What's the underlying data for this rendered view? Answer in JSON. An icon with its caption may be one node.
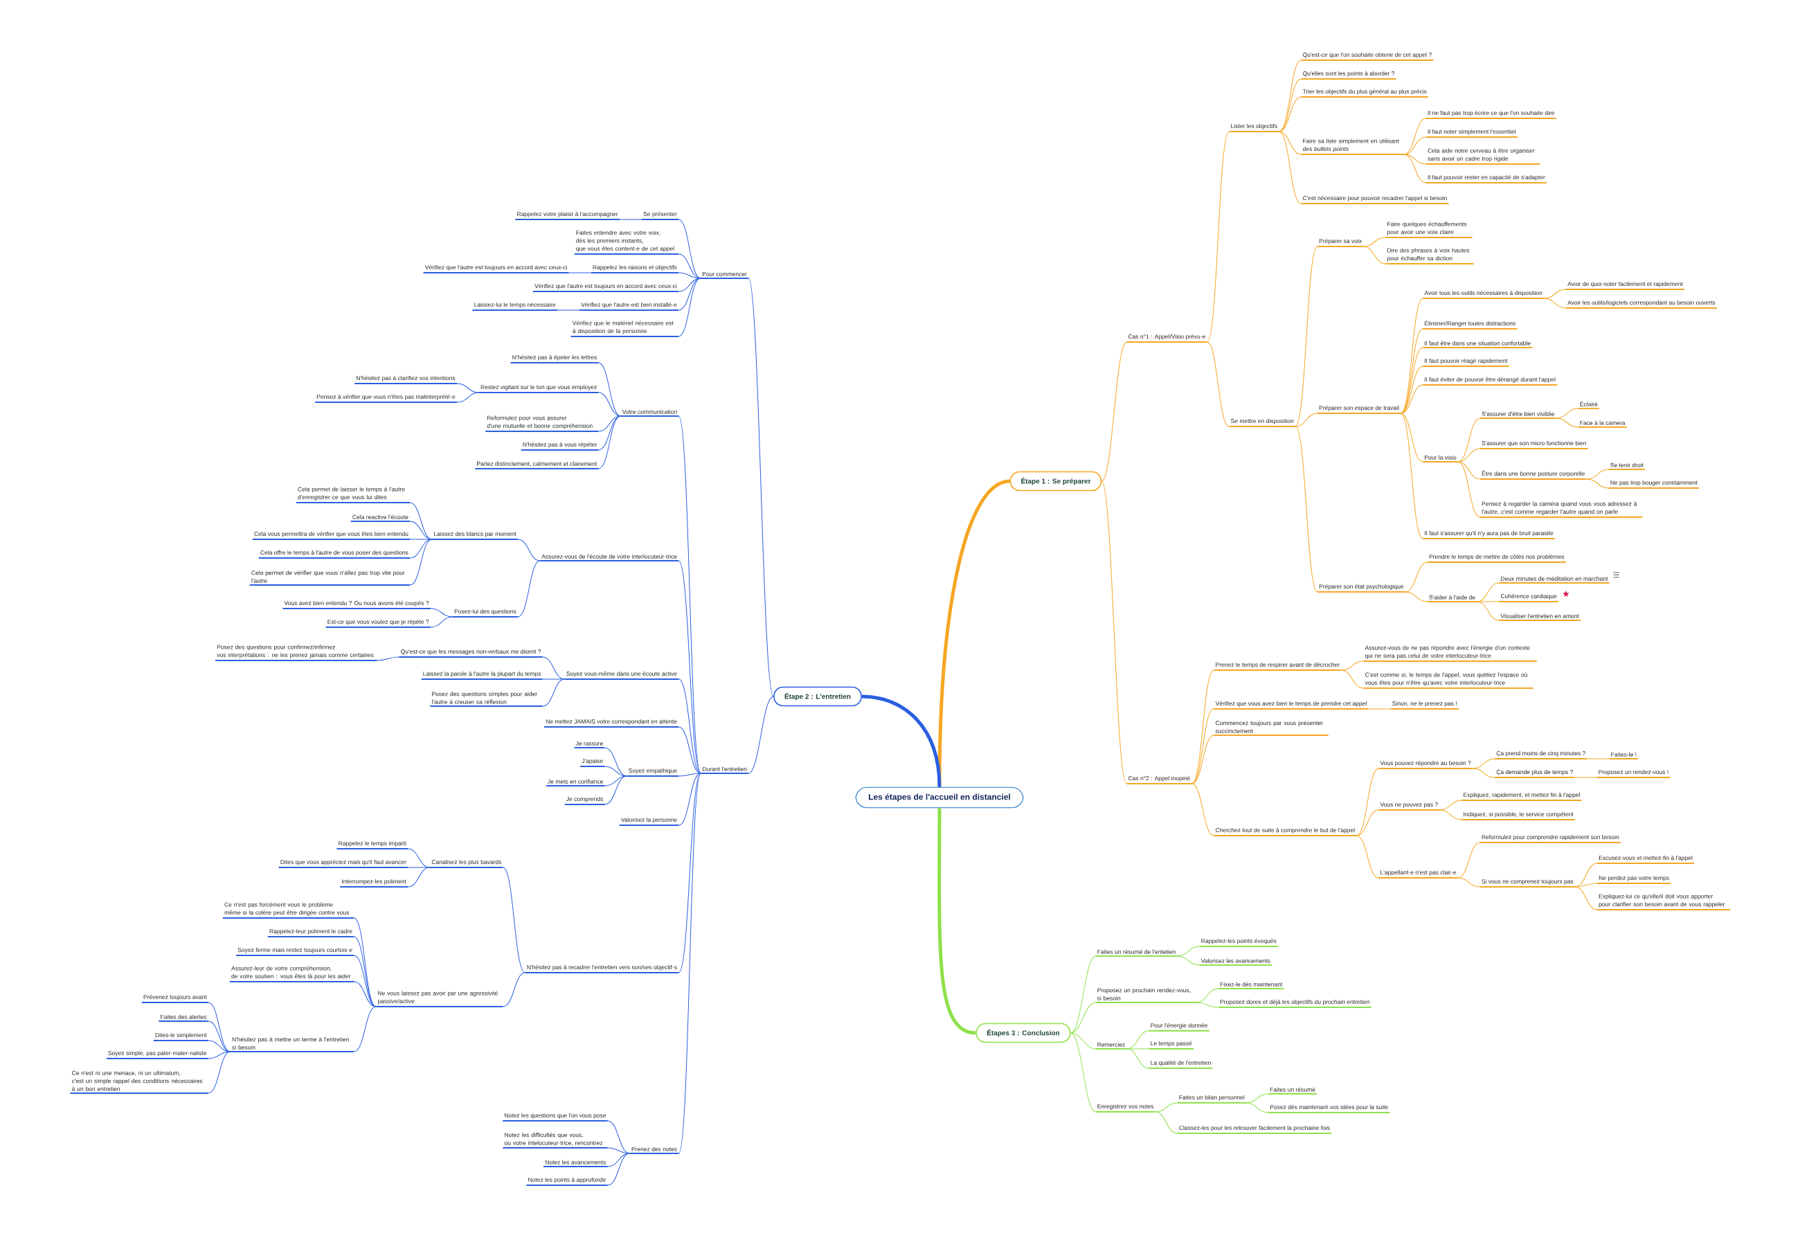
{
  "diagram": {
    "nodes": [
      {
        "text": [
          "Les étapes de l'accueil en distanciel"
        ]
      },
      {
        "text": [
          "Étape 1 : Se préparer"
        ]
      },
      {
        "text": [
          "Cas n°1 : Appel/Visio prévu·e"
        ]
      },
      {
        "text": [
          "Lister les objectifs"
        ]
      },
      {
        "text": [
          "Qu'est-ce que l'on souhaite obtenir de cet appel ?"
        ]
      },
      {
        "text": [
          "Qu'elles sont les points à aborder ?"
        ]
      },
      {
        "text": [
          "Trier les objectifs du plus général au plus précis"
        ]
      },
      {
        "text": [
          "Faire sa liste simplement en utilisant des *bullets points*"
        ]
      },
      {
        "text": [
          "Il ne faut pas trop écrire ce que l'on souhaite dire"
        ]
      },
      {
        "text": [
          "Il faut noter simplement l'essentiel"
        ]
      },
      {
        "text": [
          "Cela aide notre cerveau à être organiser sans avoir un cadre trop rigide"
        ]
      },
      {
        "text": [
          "Il faut pouvoir rester en capacité de s'adapter"
        ]
      },
      {
        "text": [
          "C'est nécessaire pour pouvoir recadrer l'appel si besoin"
        ]
      },
      {
        "text": [
          "Se mettre en disposition"
        ]
      },
      {
        "text": [
          "Préparer sa voix"
        ]
      },
      {
        "text": [
          "Faire quelques échauffements pour avoir une voix claire"
        ]
      },
      {
        "text": [
          "Dire des phrases à voix hautes pour échauffer sa diction"
        ]
      },
      {
        "text": [
          "Préparer son espace de travail"
        ]
      },
      {
        "text": [
          "Avoir tous les outils nécessaires à disposition"
        ]
      },
      {
        "text": [
          "Avoir de quoi noter facilement et rapidement"
        ]
      },
      {
        "text": [
          "Avoir les outils/logiciels correspondant au besoin ouverts"
        ]
      },
      {
        "text": [
          "Éliminer/Ranger toutes distractions"
        ]
      },
      {
        "text": [
          "Il faut être dans une situation confortable"
        ]
      },
      {
        "text": [
          "Il faut pouvoir réagir rapidement"
        ]
      },
      {
        "text": [
          "Il faut éviter de pouvoir être dérangé durant l'appel"
        ]
      },
      {
        "text": [
          "Pour la visio"
        ]
      },
      {
        "text": [
          "S'assurer d'être bien visiblie"
        ]
      },
      {
        "text": [
          "Éclairé"
        ]
      },
      {
        "text": [
          "Face à la camera"
        ]
      },
      {
        "text": [
          "S'assurer que son micro fonctionne bien"
        ]
      },
      {
        "text": [
          "Être dans une bonne posture corporelle"
        ]
      },
      {
        "text": [
          "Se tenir droit"
        ]
      },
      {
        "text": [
          "Ne pas trop bouger constamment"
        ]
      },
      {
        "text": [
          "Pensez à regarder la caméra quand vous vous adressez à l'autre, c'est comme regarder l'autre quand on parle"
        ]
      },
      {
        "text": [
          "Il faut s'assurer qu'il n'y aura pas de bruit parasite"
        ]
      },
      {
        "text": [
          "Préparer son état psychologique"
        ]
      },
      {
        "text": [
          "Prendre le temps de mettre de côtés nos problèmes"
        ]
      },
      {
        "text": [
          "S'aider à l'aide de"
        ]
      },
      {
        "text": [
          "Deux minutes de méditation en marchant"
        ]
      },
      {
        "text": [
          "Cohérence cardiaque"
        ]
      },
      {
        "text": [
          "Visualiser l'entretien en amont"
        ]
      },
      {
        "text": [
          "Cas n°2 : Appel inopiné"
        ]
      },
      {
        "text": [
          "Prenez le temps de respirer avant de décrocher"
        ]
      },
      {
        "text": [
          "Assurez-vous de ne pas répondre avec l'énergie d'un contexte qui ne sera pas celui de votre interlocuteur·trice"
        ]
      },
      {
        "text": [
          "C'est comme si, le temps de l'appel, vous quittiez l'espace où vous êtes pour n'être qu'avec votre interlocuteur·trice"
        ]
      },
      {
        "text": [
          "Vérifiez que vous avez bien le temps de prendre cet appel"
        ]
      },
      {
        "text": [
          "Sinon, ne le prenez pas !"
        ]
      },
      {
        "text": [
          "Commencez toujours par vous présenter succinctement"
        ]
      },
      {
        "text": [
          "Cherchez tout de suite à comprendre le but de l'appel"
        ]
      },
      {
        "text": [
          "Vous pouvez répondre au besoin ?"
        ]
      },
      {
        "text": [
          "Ça prend moins de cinq minutes ?"
        ]
      },
      {
        "text": [
          "Faites-le !"
        ]
      },
      {
        "text": [
          "Ça demande plus de temps ?"
        ]
      },
      {
        "text": [
          "Proposez un rendez-vous !"
        ]
      },
      {
        "text": [
          "Vous ne pouvez pas ?"
        ]
      },
      {
        "text": [
          "Expliquez, rapidement, et mettez fin à l'appel"
        ]
      },
      {
        "text": [
          "Indiquez, si possible, le service compétent"
        ]
      },
      {
        "text": [
          "L'appellant·e n'est pas clair·e"
        ]
      },
      {
        "text": [
          "Reformulez pour comprendre rapidement son besoin"
        ]
      },
      {
        "text": [
          "Si vous ne comprenez toujours pas"
        ]
      },
      {
        "text": [
          "Excusez-vous et mettez-fin à l'appel"
        ]
      },
      {
        "text": [
          "Ne perdez pas votre temps"
        ]
      },
      {
        "text": [
          "Expliquez-lui ce qu'elle/il doit vous apporter pour clarifier son besoin avant de vous rappeler"
        ]
      },
      {
        "text": [
          "Étape 2 : L'entretien"
        ]
      },
      {
        "text": [
          "Pour commencer"
        ]
      },
      {
        "text": [
          "Se présenter"
        ]
      },
      {
        "text": [
          "Rappelez votre plaisir à l'accompagner"
        ]
      },
      {
        "text": [
          "Faites entendre avec votre voix, dès les premiers instants, que vous êtes content·e de cet appel"
        ]
      },
      {
        "text": [
          "Rappelez les raisons et objectifs"
        ]
      },
      {
        "text": [
          "Vérifiez que l'autre est toujours en accord avec ceux-ci"
        ]
      },
      {
        "text": [
          "Vérifiez que l'autre est toujours en accord avec ceux-ci"
        ]
      },
      {
        "text": [
          "Vérifiez que l'autre est bien installé·e"
        ]
      },
      {
        "text": [
          "Laissez-lui le temps nécessaire"
        ]
      },
      {
        "text": [
          "Vérifiez que le matériel nécessaire est à disposition de la personne"
        ]
      },
      {
        "text": [
          "Durant l'entretien"
        ]
      },
      {
        "text": [
          "Votre communication"
        ]
      },
      {
        "text": [
          "N'hésitez pas à épeler les lettres"
        ]
      },
      {
        "text": [
          "Restez vigilant sur le ton que vous employez"
        ]
      },
      {
        "text": [
          "N'hésitez pas à clarifiez vos intentions"
        ]
      },
      {
        "text": [
          "Pensez à vérifier que vous n'êtes pas malinterprété·e"
        ]
      },
      {
        "text": [
          "Reformulez pour vous assurer d'une mutuelle et bonne compréhension"
        ]
      },
      {
        "text": [
          "N'hésitez pas à vous répéter"
        ]
      },
      {
        "text": [
          "Parlez distinctement, calmement et clairement"
        ]
      },
      {
        "text": [
          "Assurez-vous de l'écoute de votre interlocuteur·trice"
        ]
      },
      {
        "text": [
          "Laissez des blancs par moment"
        ]
      },
      {
        "text": [
          "Cela permet de laisser le temps à l'autre d'enregistrer ce que vous lui dites"
        ]
      },
      {
        "text": [
          "Cela reactive l'écoute"
        ]
      },
      {
        "text": [
          "Cela vous permettra de vérifier que vous êtes bien entendu"
        ]
      },
      {
        "text": [
          "Cela offre le temps à l'autre de vous poser des questions"
        ]
      },
      {
        "text": [
          "Cela permet de vérifier que vous n'allez pas trop vite pour l'autre"
        ]
      },
      {
        "text": [
          "Posez-lui des questions"
        ]
      },
      {
        "text": [
          "Vous avez bien entendu ? Ou nous avons été coupés ?"
        ]
      },
      {
        "text": [
          "Est-ce que vous voulez que je répète ?"
        ]
      },
      {
        "text": [
          "Soyez vous-même dans une écoute active"
        ]
      },
      {
        "text": [
          "Qu'est-ce que les messages non-verbaux me disent ?"
        ]
      },
      {
        "text": [
          "Posez des questions pour confirmez/infirmez vos interprétations : ne les prenez jamais comme certaines"
        ]
      },
      {
        "text": [
          "Laissez la parole à l'autre la plupart du temps"
        ]
      },
      {
        "text": [
          "Posez des questions simples pour aider l'autre à creuser sa réflexion"
        ]
      },
      {
        "text": [
          "Ne mettez JAMAIS votre correspondant en attente"
        ]
      },
      {
        "text": [
          "Soyez empathique"
        ]
      },
      {
        "text": [
          "Je rassure"
        ]
      },
      {
        "text": [
          "J'apaise"
        ]
      },
      {
        "text": [
          "Je mets en confiance"
        ]
      },
      {
        "text": [
          "Je comprends"
        ]
      },
      {
        "text": [
          "Valorisez la personne"
        ]
      },
      {
        "text": [
          "N'hésitez pas à recadrer l'entretien vers son/ses objectif·s"
        ]
      },
      {
        "text": [
          "Canalisez les plus bavards"
        ]
      },
      {
        "text": [
          "Rappelez le temps imparti"
        ]
      },
      {
        "text": [
          "Dites que vous appréciez mais qu'il faut avancer"
        ]
      },
      {
        "text": [
          "Interrompez-les poliment"
        ]
      },
      {
        "text": [
          "Ne vous laissez pas avoir par une agressivité passive/active"
        ]
      },
      {
        "text": [
          "Ce n'est pas forcément vous le problème même si la colère peut être dirigée contre vous"
        ]
      },
      {
        "text": [
          "Rappelez-leur poliment le cadre"
        ]
      },
      {
        "text": [
          "Soyez ferme mais restez toujours courtois·e"
        ]
      },
      {
        "text": [
          "Assurez-leur de votre compréhension, de votre soutien : vous êtes là pour les aider"
        ]
      },
      {
        "text": [
          "N'hésitez pas à mettre un terme à l'entretien si besoin"
        ]
      },
      {
        "text": [
          "Prévenez toujours avant"
        ]
      },
      {
        "text": [
          "Faites des alertes"
        ]
      },
      {
        "text": [
          "Dites-le simplement"
        ]
      },
      {
        "text": [
          "Soyez simple, pas pater·mater·naliste"
        ]
      },
      {
        "text": [
          "Ce n'est ni une menace, ni un ultimatum, c'est un simple rappel des conditions nécessaires à un bon entretien"
        ]
      },
      {
        "text": [
          "Prenez des notes"
        ]
      },
      {
        "text": [
          "Notez les questions que l'on vous pose"
        ]
      },
      {
        "text": [
          "Notez les difficultés que vous, ou votre intelocuteur·trice, rencontrez"
        ]
      },
      {
        "text": [
          "Notez les avancements"
        ]
      },
      {
        "text": [
          "Notez les points à approfondir"
        ]
      },
      {
        "text": [
          "Étapes 3 : Conclusion"
        ]
      },
      {
        "text": [
          "Faites un résumé de l'entetien"
        ]
      },
      {
        "text": [
          "Rappelez-les points évoqués"
        ]
      },
      {
        "text": [
          "Valorisez les avancements"
        ]
      },
      {
        "text": [
          "Proposez un prochain rendez-vous, si besoin"
        ]
      },
      {
        "text": [
          "Fixez-le dès maintenant"
        ]
      },
      {
        "text": [
          "Proposez dores et déjà les objectifs du prochain entretien"
        ]
      },
      {
        "text": [
          "Remerciez"
        ]
      },
      {
        "text": [
          "Pour l'énergie donnée"
        ]
      },
      {
        "text": [
          "Le temps passé"
        ]
      },
      {
        "text": [
          "La qualité de l'entretien"
        ]
      },
      {
        "text": [
          "Enregistrez vos notes"
        ]
      },
      {
        "text": [
          "Faites un bilan personnel"
        ]
      },
      {
        "text": [
          "Faites un résumé"
        ]
      },
      {
        "text": [
          "Posez dès maintenant vos idées pour la suite"
        ]
      },
      {
        "text": [
          "Classez-les pour les retrouver facilement la prochaine fois"
        ]
      }
    ],
    "edges": [
      {
        "from": 0,
        "to": 1,
        "arrow": "none",
        "style": "thick",
        "color": "#F5A623"
      },
      {
        "from": 1,
        "to": 2,
        "arrow": "none",
        "color": "#F5A623"
      },
      {
        "from": 2,
        "to": 3,
        "arrow": "none",
        "color": "#F5A623"
      },
      {
        "from": 3,
        "to": 4,
        "arrow": "none",
        "color": "#F5A623"
      },
      {
        "from": 3,
        "to": 5,
        "arrow": "none",
        "color": "#F5A623"
      },
      {
        "from": 3,
        "to": 6,
        "arrow": "none",
        "color": "#F5A623"
      },
      {
        "from": 3,
        "to": 7,
        "arrow": "none",
        "color": "#F5A623"
      },
      {
        "from": 7,
        "to": 8,
        "arrow": "none",
        "color": "#F5A623"
      },
      {
        "from": 7,
        "to": 9,
        "arrow": "none",
        "color": "#F5A623"
      },
      {
        "from": 7,
        "to": 10,
        "arrow": "none",
        "color": "#F5A623"
      },
      {
        "from": 7,
        "to": 11,
        "arrow": "none",
        "color": "#F5A623"
      },
      {
        "from": 3,
        "to": 12,
        "arrow": "none",
        "color": "#F5A623"
      },
      {
        "from": 2,
        "to": 13,
        "arrow": "none",
        "color": "#F5A623"
      },
      {
        "from": 13,
        "to": 14,
        "arrow": "none",
        "color": "#F5A623"
      },
      {
        "from": 14,
        "to": 15,
        "arrow": "none",
        "color": "#F5A623"
      },
      {
        "from": 14,
        "to": 16,
        "arrow": "none",
        "color": "#F5A623"
      },
      {
        "from": 13,
        "to": 17,
        "arrow": "none",
        "color": "#F5A623"
      },
      {
        "from": 17,
        "to": 18,
        "arrow": "none",
        "color": "#F5A623"
      },
      {
        "from": 18,
        "to": 19,
        "arrow": "none",
        "color": "#F5A623"
      },
      {
        "from": 18,
        "to": 20,
        "arrow": "none",
        "color": "#F5A623"
      },
      {
        "from": 17,
        "to": 21,
        "arrow": "none",
        "color": "#F5A623"
      },
      {
        "from": 17,
        "to": 22,
        "arrow": "none",
        "color": "#F5A623"
      },
      {
        "from": 17,
        "to": 23,
        "arrow": "none",
        "color": "#F5A623"
      },
      {
        "from": 17,
        "to": 24,
        "arrow": "none",
        "color": "#F5A623"
      },
      {
        "from": 17,
        "to": 25,
        "arrow": "none",
        "color": "#F5A623"
      },
      {
        "from": 25,
        "to": 26,
        "arrow": "none",
        "color": "#F5A623"
      },
      {
        "from": 26,
        "to": 27,
        "arrow": "none",
        "color": "#F5A623"
      },
      {
        "from": 26,
        "to": 28,
        "arrow": "none",
        "color": "#F5A623"
      },
      {
        "from": 25,
        "to": 29,
        "arrow": "none",
        "color": "#F5A623"
      },
      {
        "from": 25,
        "to": 30,
        "arrow": "none",
        "color": "#F5A623"
      },
      {
        "from": 30,
        "to": 31,
        "arrow": "none",
        "color": "#F5A623"
      },
      {
        "from": 30,
        "to": 32,
        "arrow": "none",
        "color": "#F5A623"
      },
      {
        "from": 25,
        "to": 33,
        "arrow": "none",
        "color": "#F5A623"
      },
      {
        "from": 17,
        "to": 34,
        "arrow": "none",
        "color": "#F5A623"
      },
      {
        "from": 13,
        "to": 35,
        "arrow": "none",
        "color": "#F5A623"
      },
      {
        "from": 35,
        "to": 36,
        "arrow": "none",
        "color": "#F5A623"
      },
      {
        "from": 35,
        "to": 37,
        "arrow": "none",
        "color": "#F5A623"
      },
      {
        "from": 37,
        "to": 38,
        "arrow": "none",
        "color": "#F5A623"
      },
      {
        "from": 37,
        "to": 39,
        "arrow": "none",
        "color": "#F5A623"
      },
      {
        "from": 37,
        "to": 40,
        "arrow": "none",
        "color": "#F5A623"
      },
      {
        "from": 1,
        "to": 41,
        "arrow": "none",
        "color": "#F5A623"
      },
      {
        "from": 41,
        "to": 42,
        "arrow": "none",
        "color": "#F5A623"
      },
      {
        "from": 42,
        "to": 43,
        "arrow": "none",
        "color": "#F5A623"
      },
      {
        "from": 42,
        "to": 44,
        "arrow": "none",
        "color": "#F5A623"
      },
      {
        "from": 41,
        "to": 45,
        "arrow": "none",
        "color": "#F5A623"
      },
      {
        "from": 45,
        "to": 46,
        "arrow": "none",
        "color": "#F5A623"
      },
      {
        "from": 41,
        "to": 47,
        "arrow": "none",
        "color": "#F5A623"
      },
      {
        "from": 41,
        "to": 48,
        "arrow": "none",
        "color": "#F5A623"
      },
      {
        "from": 48,
        "to": 49,
        "arrow": "none",
        "color": "#F5A623"
      },
      {
        "from": 49,
        "to": 50,
        "arrow": "none",
        "color": "#F5A623"
      },
      {
        "from": 50,
        "to": 51,
        "arrow": "none",
        "color": "#F5A623"
      },
      {
        "from": 49,
        "to": 52,
        "arrow": "none",
        "color": "#F5A623"
      },
      {
        "from": 52,
        "to": 53,
        "arrow": "none",
        "color": "#F5A623"
      },
      {
        "from": 48,
        "to": 54,
        "arrow": "none",
        "color": "#F5A623"
      },
      {
        "from": 54,
        "to": 55,
        "arrow": "none",
        "color": "#F5A623"
      },
      {
        "from": 54,
        "to": 56,
        "arrow": "none",
        "color": "#F5A623"
      },
      {
        "from": 48,
        "to": 57,
        "arrow": "none",
        "color": "#F5A623"
      },
      {
        "from": 57,
        "to": 58,
        "arrow": "none",
        "color": "#F5A623"
      },
      {
        "from": 57,
        "to": 59,
        "arrow": "none",
        "color": "#F5A623"
      },
      {
        "from": 59,
        "to": 60,
        "arrow": "none",
        "color": "#F5A623"
      },
      {
        "from": 59,
        "to": 61,
        "arrow": "none",
        "color": "#F5A623"
      },
      {
        "from": 59,
        "to": 62,
        "arrow": "none",
        "color": "#F5A623"
      },
      {
        "from": 0,
        "to": 63,
        "arrow": "none",
        "style": "thick"
      },
      {
        "from": 63,
        "to": 64,
        "arrow": "none"
      },
      {
        "from": 64,
        "to": 65,
        "arrow": "none"
      },
      {
        "from": 65,
        "to": 66,
        "arrow": "none"
      },
      {
        "from": 64,
        "to": 67,
        "arrow": "none"
      },
      {
        "from": 64,
        "to": 68,
        "arrow": "none"
      },
      {
        "from": 68,
        "to": 69,
        "arrow": "none"
      },
      {
        "from": 64,
        "to": 70,
        "arrow": "none"
      },
      {
        "from": 64,
        "to": 71,
        "arrow": "none"
      },
      {
        "from": 71,
        "to": 72,
        "arrow": "none"
      },
      {
        "from": 64,
        "to": 73,
        "arrow": "none"
      },
      {
        "from": 63,
        "to": 74,
        "arrow": "none"
      },
      {
        "from": 74,
        "to": 75,
        "arrow": "none"
      },
      {
        "from": 75,
        "to": 76,
        "arrow": "none"
      },
      {
        "from": 75,
        "to": 77,
        "arrow": "none"
      },
      {
        "from": 77,
        "to": 78,
        "arrow": "none"
      },
      {
        "from": 77,
        "to": 79,
        "arrow": "none"
      },
      {
        "from": 75,
        "to": 80,
        "arrow": "none"
      },
      {
        "from": 75,
        "to": 81,
        "arrow": "none"
      },
      {
        "from": 75,
        "to": 82,
        "arrow": "none"
      },
      {
        "from": 74,
        "to": 83,
        "arrow": "none"
      },
      {
        "from": 83,
        "to": 84,
        "arrow": "none"
      },
      {
        "from": 84,
        "to": 85,
        "arrow": "none"
      },
      {
        "from": 84,
        "to": 86,
        "arrow": "none"
      },
      {
        "from": 84,
        "to": 87,
        "arrow": "none"
      },
      {
        "from": 84,
        "to": 88,
        "arrow": "none"
      },
      {
        "from": 84,
        "to": 89,
        "arrow": "none"
      },
      {
        "from": 83,
        "to": 90,
        "arrow": "none"
      },
      {
        "from": 90,
        "to": 91,
        "arrow": "none"
      },
      {
        "from": 90,
        "to": 92,
        "arrow": "none"
      },
      {
        "from": 74,
        "to": 93,
        "arrow": "none"
      },
      {
        "from": 93,
        "to": 94,
        "arrow": "none"
      },
      {
        "from": 94,
        "to": 95,
        "arrow": "none"
      },
      {
        "from": 93,
        "to": 96,
        "arrow": "none"
      },
      {
        "from": 93,
        "to": 97,
        "arrow": "none"
      },
      {
        "from": 74,
        "to": 98,
        "arrow": "none"
      },
      {
        "from": 74,
        "to": 99,
        "arrow": "none"
      },
      {
        "from": 99,
        "to": 100,
        "arrow": "none"
      },
      {
        "from": 99,
        "to": 101,
        "arrow": "none"
      },
      {
        "from": 99,
        "to": 102,
        "arrow": "none"
      },
      {
        "from": 99,
        "to": 103,
        "arrow": "none"
      },
      {
        "from": 74,
        "to": 104,
        "arrow": "none"
      },
      {
        "from": 74,
        "to": 105,
        "arrow": "none"
      },
      {
        "from": 105,
        "to": 106,
        "arrow": "none"
      },
      {
        "from": 106,
        "to": 107,
        "arrow": "none"
      },
      {
        "from": 106,
        "to": 108,
        "arrow": "none"
      },
      {
        "from": 106,
        "to": 109,
        "arrow": "none"
      },
      {
        "from": 105,
        "to": 110,
        "arrow": "none"
      },
      {
        "from": 110,
        "to": 111,
        "arrow": "none"
      },
      {
        "from": 110,
        "to": 112,
        "arrow": "none"
      },
      {
        "from": 110,
        "to": 113,
        "arrow": "none"
      },
      {
        "from": 110,
        "to": 114,
        "arrow": "none"
      },
      {
        "from": 110,
        "to": 115,
        "arrow": "none"
      },
      {
        "from": 115,
        "to": 116,
        "arrow": "none"
      },
      {
        "from": 115,
        "to": 117,
        "arrow": "none"
      },
      {
        "from": 115,
        "to": 118,
        "arrow": "none"
      },
      {
        "from": 115,
        "to": 119,
        "arrow": "none"
      },
      {
        "from": 115,
        "to": 120,
        "arrow": "none"
      },
      {
        "from": 74,
        "to": 121,
        "arrow": "none"
      },
      {
        "from": 121,
        "to": 122,
        "arrow": "none"
      },
      {
        "from": 121,
        "to": 123,
        "arrow": "none"
      },
      {
        "from": 121,
        "to": 124,
        "arrow": "none"
      },
      {
        "from": 121,
        "to": 125,
        "arrow": "none"
      },
      {
        "from": 0,
        "to": 126,
        "arrow": "none",
        "style": "thick",
        "color": "#8EE04A"
      },
      {
        "from": 126,
        "to": 127,
        "arrow": "none",
        "color": "#8EE04A"
      },
      {
        "from": 127,
        "to": 128,
        "arrow": "none",
        "color": "#8EE04A"
      },
      {
        "from": 127,
        "to": 129,
        "arrow": "none",
        "color": "#8EE04A"
      },
      {
        "from": 126,
        "to": 130,
        "arrow": "none",
        "color": "#8EE04A"
      },
      {
        "from": 130,
        "to": 131,
        "arrow": "none",
        "color": "#8EE04A"
      },
      {
        "from": 130,
        "to": 132,
        "arrow": "none",
        "color": "#8EE04A"
      },
      {
        "from": 126,
        "to": 133,
        "arrow": "none",
        "color": "#8EE04A"
      },
      {
        "from": 133,
        "to": 134,
        "arrow": "none",
        "color": "#8EE04A"
      },
      {
        "from": 133,
        "to": 135,
        "arrow": "none",
        "color": "#8EE04A"
      },
      {
        "from": 133,
        "to": 136,
        "arrow": "none",
        "color": "#8EE04A"
      },
      {
        "from": 126,
        "to": 137,
        "arrow": "none",
        "color": "#8EE04A"
      },
      {
        "from": 137,
        "to": 138,
        "arrow": "none",
        "color": "#8EE04A"
      },
      {
        "from": 138,
        "to": 139,
        "arrow": "none",
        "color": "#8EE04A"
      },
      {
        "from": 138,
        "to": 140,
        "arrow": "none",
        "color": "#8EE04A"
      },
      {
        "from": 137,
        "to": 141,
        "arrow": "none",
        "color": "#8EE04A"
      }
    ]
  }
}
